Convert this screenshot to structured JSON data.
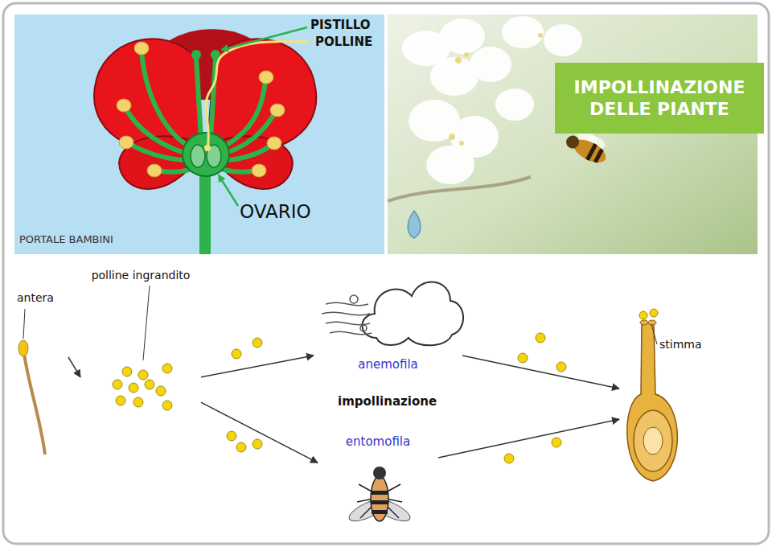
{
  "diagram": {
    "nodes": [
      {
        "text": [
          "IMPOLLINAZIONE DELLE PIANTE"
        ]
      },
      {
        "text": [
          "antera"
        ]
      },
      {
        "text": [
          "polline ingrandito"
        ]
      },
      {
        "text": [
          "anemofila"
        ]
      },
      {
        "text": [
          "entomofila"
        ]
      },
      {
        "text": [
          "stimma"
        ]
      }
    ],
    "edges": [
      {
        "from": 1,
        "to": 2,
        "arrow": "to"
      },
      {
        "from": 2,
        "to": 3,
        "arrow": "to"
      },
      {
        "from": 2,
        "to": 4,
        "arrow": "to"
      },
      {
        "from": 3,
        "to": 5,
        "arrow": "to"
      },
      {
        "from": 4,
        "to": 5,
        "arrow": "to"
      }
    ],
    "labels": [
      "PISTILLO",
      "POLLINE",
      "OVARIO",
      "PORTALE BAMBINI",
      "impollinazione"
    ]
  }
}
